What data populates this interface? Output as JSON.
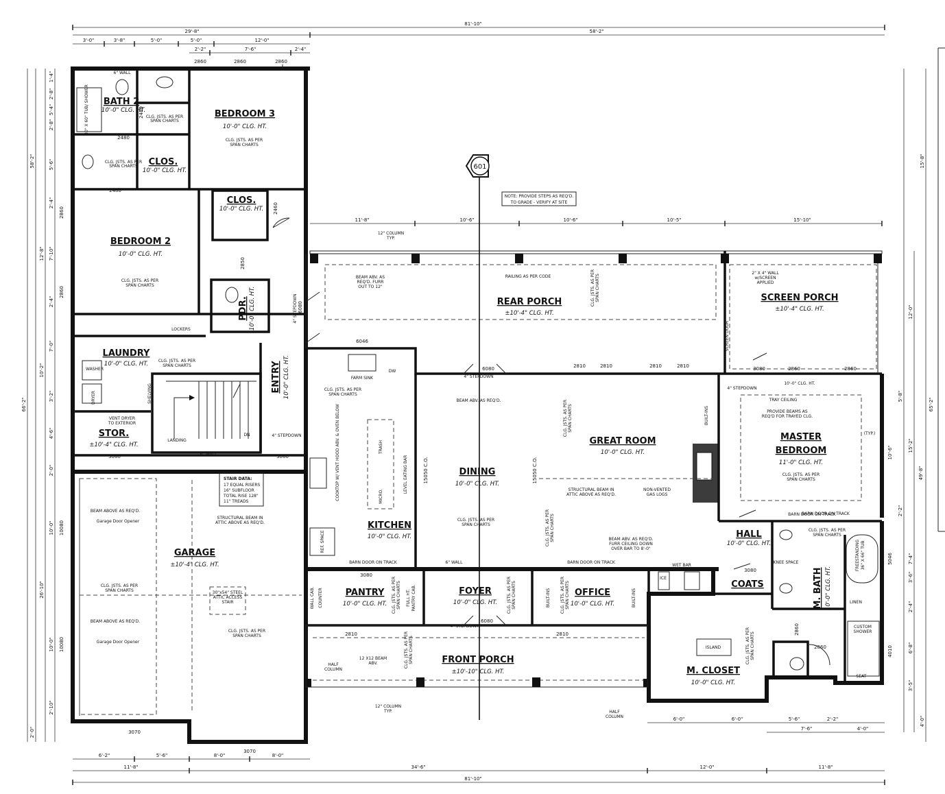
{
  "section_marker": "601",
  "rooms": [
    {
      "name": "BATH 2",
      "ceiling": "10'-0\" CLG. HT."
    },
    {
      "name": "BEDROOM 3",
      "ceiling": "10'-0\" CLG. HT."
    },
    {
      "name": "CLOS.",
      "ceiling": "10'-0\" CLG. HT."
    },
    {
      "name": "CLOS.",
      "ceiling": "10'-0\" CLG. HT."
    },
    {
      "name": "BEDROOM 2",
      "ceiling": "10'-0\" CLG. HT."
    },
    {
      "name": "PDR.",
      "ceiling": "10'-0\" CLG. HT."
    },
    {
      "name": "LAUNDRY",
      "ceiling": "10'-0\" CLG. HT."
    },
    {
      "name": "ENTRY",
      "ceiling": "10'-0\" CLG. HT."
    },
    {
      "name": "STOR.",
      "ceiling": "±10'-4\" CLG. HT."
    },
    {
      "name": "REAR PORCH",
      "ceiling": "±10'-4\" CLG. HT."
    },
    {
      "name": "SCREEN PORCH",
      "ceiling": "±10'-4\" CLG. HT."
    },
    {
      "name": "GREAT ROOM",
      "ceiling": "10'-0\" CLG. HT."
    },
    {
      "name": "MASTER",
      "ceiling": ""
    },
    {
      "name": "BEDROOM",
      "ceiling": "11'-0\" CLG. HT."
    },
    {
      "name": "DINING",
      "ceiling": "10'-0\" CLG. HT."
    },
    {
      "name": "KITCHEN",
      "ceiling": "10'-0\" CLG. HT."
    },
    {
      "name": "GARAGE",
      "ceiling": "±10'-4\" CLG. HT."
    },
    {
      "name": "HALL",
      "ceiling": "10'-0\" CLG. HT."
    },
    {
      "name": "M. BATH",
      "ceiling": "10'-0\" CLG. HT."
    },
    {
      "name": "PANTRY",
      "ceiling": "10'-0\" CLG. HT."
    },
    {
      "name": "FOYER",
      "ceiling": "10'-0\" CLG. HT."
    },
    {
      "name": "OFFICE",
      "ceiling": "10'-0\" CLG. HT."
    },
    {
      "name": "COATS",
      "ceiling": ""
    },
    {
      "name": "FRONT PORCH",
      "ceiling": "±10'-10\" CLG. HT."
    },
    {
      "name": "M. CLOSET",
      "ceiling": "10'-0\" CLG. HT."
    }
  ],
  "notes": [
    "CLG. JSTS. AS PER",
    "SPAN CHARTS",
    "NOTE: PROVIDE STEPS AS REQ'D.",
    "TO GRADE - VERIFY AT SITE",
    "12\" COLUMN",
    "TYP.",
    "BEAM ABV. AS",
    "REQ'D. FURR",
    "OUT TO 12\"",
    "RAILING AS PER CODE",
    "2\" X 4\" WALL",
    "w/SCREEN",
    "APPLIED",
    "SCREEN DOOR",
    "4\" STEPDOWN",
    "4\" STEPDOWN",
    "4\" STEPDOWN",
    "4\" STEPDOWN",
    "4\" STEPDOWN",
    "FARM SINK",
    "DW",
    "BEAM ABV. AS REQ'D.",
    "TRAY CEILING",
    "PROVIDE BEAMS AS",
    "REQ'D FOR TRAYED CLG.",
    "(TYP.)",
    "COOKTOP W/ VENT HOOD ABV. & OVEN BELOW",
    "TRASH",
    "MICRO.",
    "LEVEL EATING BAR",
    "REF. SPACE",
    "STRUCTURAL BEAM IN",
    "ATTIC ABOVE AS REQ'D.",
    "NON-VENTED",
    "GAS LOGS",
    "BUILT-INS",
    "BUILT-INS",
    "BUILT-INS",
    "BEAM ABV. AS REQ'D.",
    "FURR CEILING DOWN",
    "OVER BAR TO 8'-0\"",
    "WET BAR",
    "ICE",
    "BARN DOOR ON TRACK",
    "BARN DOOR ON TRACK",
    "BARN DOOR ON TRACK",
    "BARN DOOR ON TRACK",
    "6\" WALL",
    "6\" WALL",
    "6\" WALL",
    "KNEE SPACE",
    "FREESTANDING",
    "36\" X 66\" TUB",
    "LINEN",
    "CUSTOM",
    "SHOWER",
    "SEAT",
    "ISLAND",
    "WALL CAB.",
    "COUNTER",
    "FULL HT.",
    "PANTRY CAB.",
    "LOCKERS",
    "WASHER",
    "DRYER",
    "SHELVING",
    "VENT DRYER",
    "TO EXTERIOR",
    "LANDING",
    "DN",
    "STAIR DATA:",
    "17 EQUAL RISERS",
    "16\" SUBFLOOR",
    "TOTAL RISE 128\"",
    "11\" TREADS",
    "BEAM ABOVE AS REQ'D.",
    "Garage Door Opener",
    "BEAM ABOVE AS REQ'D.",
    "Garage Door Opener",
    "STRUCTURAL BEAM IN",
    "ATTIC ABOVE AS REQ'D.",
    "30\"x54\" STEEL",
    "ATTIC ACCESS",
    "STAIR",
    "12 X12 BEAM",
    "ABV.",
    "HALF",
    "COLUMN",
    "HALF",
    "COLUMN",
    "12\" COLUMN",
    "TYP.",
    "30\" X 60\" TUB/ SHOWER",
    "10'-0\" CLG. HT."
  ],
  "dims_top": [
    "81'-10\"",
    "29'-8\"",
    "58'-2\"",
    "3'-0\"",
    "3'-8\"",
    "5'-0\"",
    "5'-0\"",
    "12'-0\"",
    "2'-2\"",
    "7'-6\"",
    "2'-4\"",
    "2860",
    "2860",
    "2860"
  ],
  "dims_porch": [
    "11'-8\"",
    "10'-6\"",
    "10'-6\"",
    "10'-5\"",
    "15'-10\""
  ],
  "dims_bottom": [
    "6'-2\"",
    "5'-6\"",
    "8'-0\"",
    "8'-0\"",
    "3070",
    "3070",
    "11'-8\"",
    "34'-6\"",
    "12'-0\"",
    "11'-8\"",
    "81'-10\"",
    "6'-0\"",
    "6'-0\"",
    "5'-6\"",
    "2'-2\"",
    "7'-6\"",
    "4'-0\""
  ],
  "dims_left": [
    "1'-4\"",
    "2'-8\"",
    "5'-4\"",
    "2'-8\"",
    "5'-6\"",
    "2'-4\"",
    "7'-10\"",
    "2'-4\"",
    "7'-0\"",
    "3'-2\"",
    "4'-6\"",
    "2'-0\"",
    "10'-0\"",
    "10'-0\"",
    "2'-10\"",
    "2'-0\"",
    "66'-2\"",
    "58'-2\"",
    "12'-8\"",
    "10'-2\"",
    "26'-10\""
  ],
  "dims_right": [
    "15'-8\"",
    "12'-0\"",
    "65'-2\"",
    "49'-8\"",
    "10'-6\"",
    "15'-2\"",
    "2'-2\"",
    "7'-4\"",
    "5'-8\"",
    "3'-6\"",
    "2'-4\"",
    "6'-8\"",
    "3'-5\"",
    "4'-0\""
  ],
  "dims_interior": [
    "2480",
    "2480",
    "2480",
    "2860",
    "2860",
    "2460",
    "2850",
    "6080",
    "3080",
    "3080",
    "6046",
    "2810",
    "2810",
    "2810",
    "2810",
    "2860",
    "2860",
    "3080",
    "3080",
    "3080",
    "2810",
    "2810",
    "15050 C.O.",
    "15050 C.O.",
    "6080",
    "6080",
    "10080",
    "10080",
    "4010",
    "5046",
    "2860",
    "2860"
  ]
}
